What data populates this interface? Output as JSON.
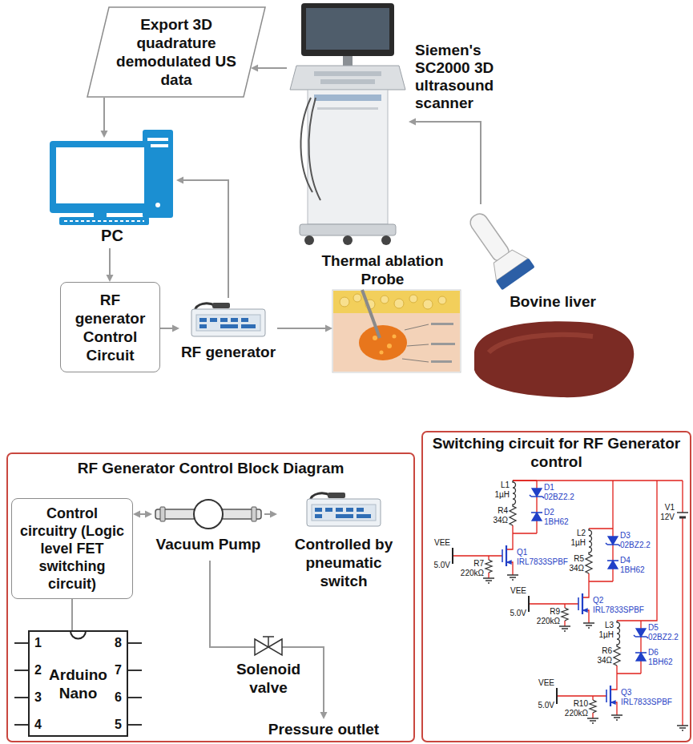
{
  "diagram": {
    "nodes": [
      {
        "text": [
          "Export 3D quadrature demodulated US data"
        ]
      },
      {
        "text": [
          "Siemen's SC2000 3D ultrasound scanner"
        ]
      },
      {
        "text": [
          "PC"
        ]
      },
      {
        "text": [
          "RF generator Control Circuit"
        ]
      },
      {
        "text": [
          "RF generator"
        ]
      },
      {
        "text": [
          "Thermal ablation Probe"
        ]
      },
      {
        "text": [
          "Bovine liver"
        ]
      },
      {
        "text": [
          "RF Generator Control Block Diagram"
        ]
      },
      {
        "text": [
          "Control circuitry (Logic level FET switching circuit)"
        ],
        "in": 7
      },
      {
        "text": [
          "Vacuum Pump"
        ],
        "in": 7
      },
      {
        "text": [
          "Controlled by pneumatic switch"
        ],
        "in": 7
      },
      {
        "text": [
          "Arduino Nano",
          "1",
          "2",
          "3",
          "4",
          "5",
          "6",
          "7",
          "8"
        ],
        "in": 7
      },
      {
        "text": [
          "Solenoid valve"
        ],
        "in": 7
      },
      {
        "text": [
          "Pressure outlet"
        ],
        "in": 7
      },
      {
        "text": [
          "Switching circuit for RF Generator control"
        ]
      }
    ],
    "edges": [
      {
        "from": 1,
        "to": 0,
        "arrow": "to"
      },
      {
        "from": 0,
        "to": 2,
        "arrow": "to"
      },
      {
        "from": 2,
        "to": 3,
        "arrow": "to"
      },
      {
        "from": 3,
        "to": 4,
        "arrow": "to"
      },
      {
        "from": 4,
        "to": 2,
        "arrow": "to"
      },
      {
        "from": 4,
        "to": 5,
        "arrow": "to"
      },
      {
        "from": 8,
        "to": 9,
        "arrow": "both"
      },
      {
        "from": 8,
        "to": 11,
        "arrow": "none"
      },
      {
        "from": 9,
        "to": 10,
        "arrow": "to"
      },
      {
        "from": 9,
        "to": 12,
        "arrow": "none"
      },
      {
        "from": 12,
        "to": 13,
        "arrow": "to"
      }
    ],
    "labels": [
      "L1",
      "1µH",
      "D1",
      "02BZ2.2",
      "R4",
      "34Ω",
      "D2",
      "1BH62",
      "VEE",
      "5.0V",
      "Q1",
      "IRL7833SPBF",
      "R7",
      "220kΩ",
      "L2",
      "1µH",
      "D3",
      "02BZ2.2",
      "R5",
      "34Ω",
      "D4",
      "1BH62",
      "VEE",
      "5.0V",
      "Q2",
      "IRL7833SPBF",
      "R9",
      "220kΩ",
      "L3",
      "1µH",
      "D5",
      "02BZ2.2",
      "R6",
      "34Ω",
      "D6",
      "1BH62",
      "VEE",
      "5.0V",
      "Q3",
      "IRL7833SPBF",
      "R10",
      "220kΩ",
      "V1",
      "12V"
    ]
  }
}
